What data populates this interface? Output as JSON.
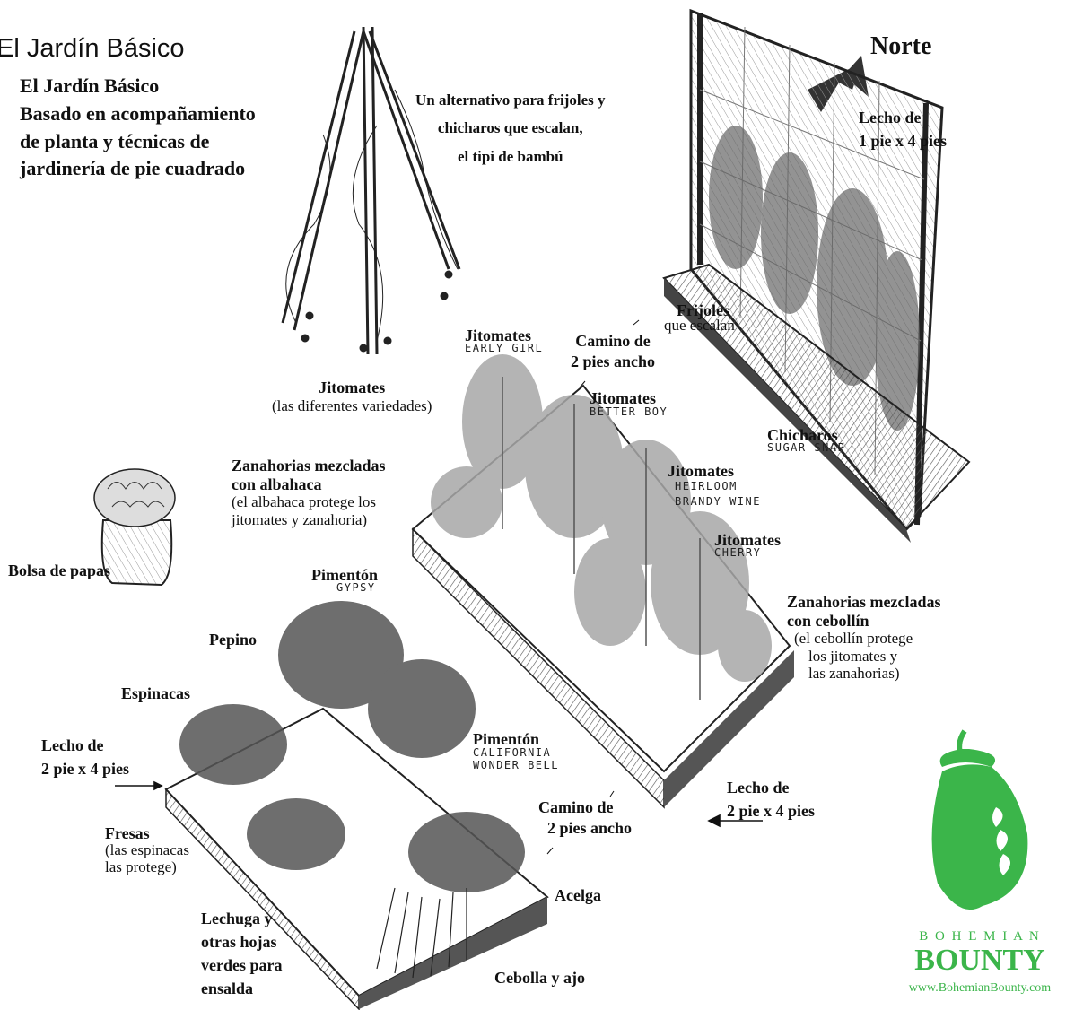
{
  "header": {
    "title": "El Jardín Básico",
    "subtitle_lines": [
      "El Jardín Básico",
      "Basado en acompañamiento",
      "de planta y técnicas de",
      "jardinería de pie cuadrado"
    ]
  },
  "tipi": {
    "lines": [
      "Un alternativo para  frijoles y",
      "chicharos que escalan,",
      "el tipi de bambú"
    ]
  },
  "compass": {
    "label": "Norte"
  },
  "labels": {
    "trellis_bed": [
      "Lecho de",
      "1 pie x 4 pies"
    ],
    "frijoles": {
      "name": "Frijoles",
      "note": "que escalan"
    },
    "camino_top": [
      "Camino de",
      "2 pies ancho"
    ],
    "jitomates_early": {
      "name": "Jitomates",
      "variety": "EARLY GIRL"
    },
    "jitomates_general": {
      "name": "Jitomates",
      "note": "(las diferentes variedades)"
    },
    "jitomates_better": {
      "name": "Jitomates",
      "variety": "BETTER BOY"
    },
    "chicharos": {
      "name": "Chicharos",
      "variety": "SUGAR SNAP"
    },
    "zanahorias_albahaca": {
      "lines": [
        "Zanahorias mezcladas",
        "con albahaca"
      ],
      "note_lines": [
        "(el albahaca protege los",
        "jitomates y zanahoria)"
      ]
    },
    "jitomates_heirloom": {
      "name": "Jitomates",
      "variety_lines": [
        "HEIRLOOM",
        "BRANDY WINE"
      ]
    },
    "jitomates_cherry": {
      "name": "Jitomates",
      "variety": "CHERRY"
    },
    "bolsa": "Bolsa de papas",
    "pimenton_gypsy": {
      "name": "Pimentón",
      "variety": "GYPSY"
    },
    "zanahorias_cebollin": {
      "lines": [
        "Zanahorias mezcladas",
        "con cebollín"
      ],
      "note_lines": [
        "(el cebollín protege",
        "los jitomates y",
        "las zanahorias)"
      ]
    },
    "pepino": "Pepino",
    "espinacas": "Espinacas",
    "bed_left": [
      "Lecho de",
      "2 pie x 4 pies"
    ],
    "pimenton_california": {
      "name": "Pimentón",
      "variety_lines": [
        "CALIFORNIA",
        "WONDER BELL"
      ]
    },
    "bed_right": [
      "Lecho de",
      "2 pie x 4 pies"
    ],
    "camino_bottom": [
      "Camino de",
      "2 pies ancho"
    ],
    "fresas": {
      "name": "Fresas",
      "note_lines": [
        "(las espinacas",
        "las protege)"
      ]
    },
    "acelga": "Acelga",
    "lechuga": [
      "Lechuga y",
      "otras hojas",
      "verdes para",
      "ensalda"
    ],
    "cebolla": "Cebolla y ajo"
  },
  "logo": {
    "line1": "B O H E M I A N",
    "line2": "BOUNTY",
    "url": "www.BohemianBounty.com",
    "green": "#3bb54a"
  }
}
